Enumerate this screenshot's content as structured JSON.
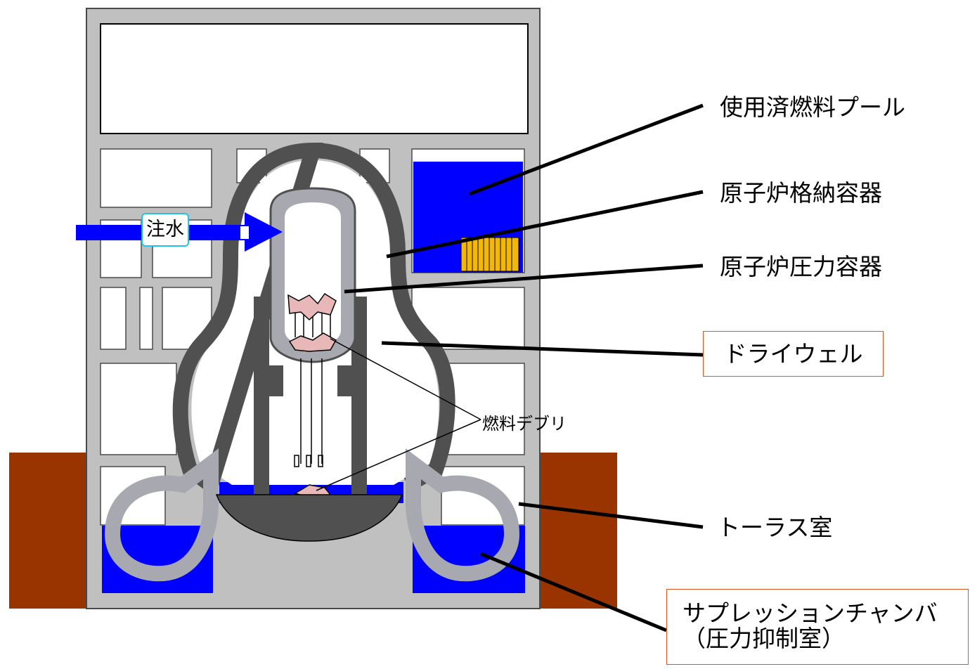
{
  "labels": {
    "spent_fuel_pool": "使用済燃料プール",
    "containment_vessel": "原子炉格納容器",
    "pressure_vessel": "原子炉圧力容器",
    "drywell": "ドライウェル",
    "torus_room": "トーラス室",
    "suppression_chamber_line1": "サプレッションチャンバ",
    "suppression_chamber_line2": "（圧力抑制室）",
    "water_injection": "注水",
    "fuel_debris": "燃料デブリ"
  },
  "colors": {
    "building": "#c0c0c0",
    "building_outline": "#4a4a4a",
    "water": "#0000ff",
    "containment": "#505050",
    "pressure_vessel": "#a8a8b0",
    "ground": "#993300",
    "fuel": "#f5b800",
    "debris": "#e8b8b8",
    "arrow": "#0000ff",
    "label_box_border": "#e2551f",
    "callout_box_border": "#22c3e6"
  }
}
